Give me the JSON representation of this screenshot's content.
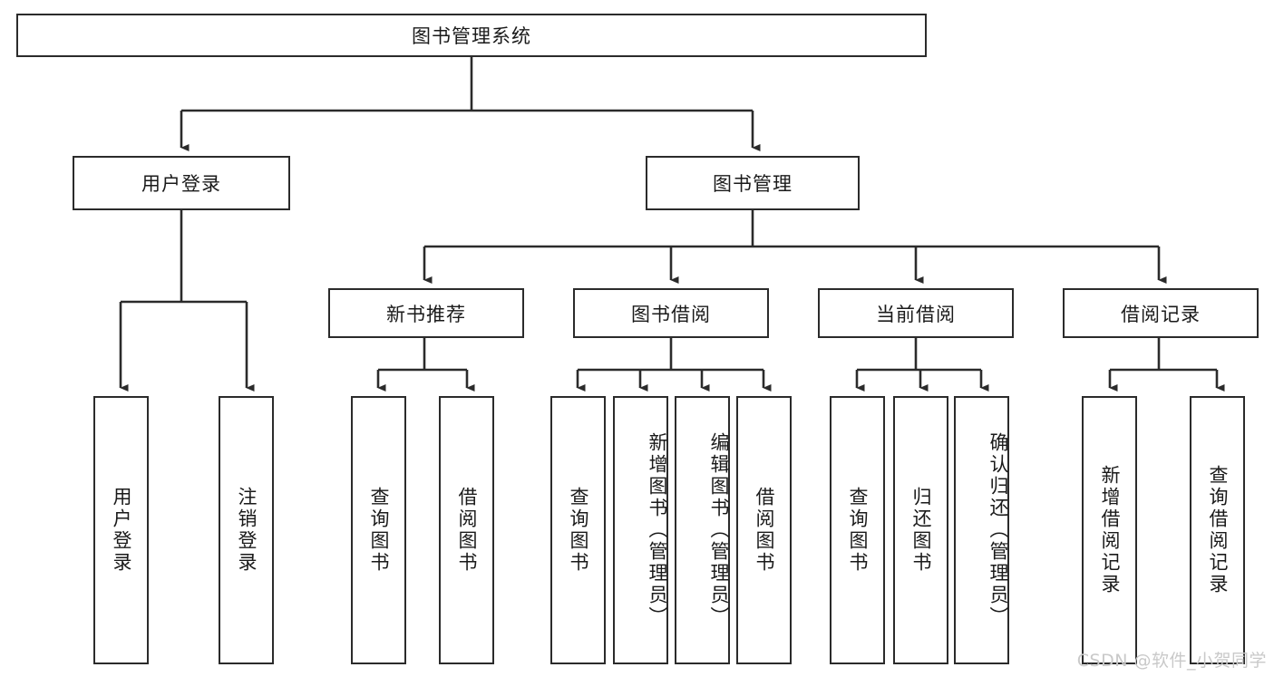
{
  "diagram": {
    "title": "图书管理系统",
    "type": "tree-hierarchy-diagram",
    "colors": {
      "stroke": "#2b2b2b",
      "fill": "#ffffff",
      "text": "#1a1a1a",
      "watermark": "#c9c9c9"
    },
    "root": {
      "label": "图书管理系统"
    },
    "level2": [
      {
        "label": "用户登录"
      },
      {
        "label": "图书管理"
      }
    ],
    "level3": [
      {
        "label": "新书推荐"
      },
      {
        "label": "图书借阅"
      },
      {
        "label": "当前借阅"
      },
      {
        "label": "借阅记录"
      }
    ],
    "leaves": {
      "user_login": [
        {
          "label": "用户登录"
        },
        {
          "label": "注销登录"
        }
      ],
      "new_book_recommend": [
        {
          "label": "查询图书"
        },
        {
          "label": "借阅图书"
        }
      ],
      "book_borrow": [
        {
          "label": "查询图书"
        },
        {
          "label": "新增图书（管理员）"
        },
        {
          "label": "编辑图书（管理员）"
        },
        {
          "label": "借阅图书"
        }
      ],
      "current_borrow": [
        {
          "label": "查询图书"
        },
        {
          "label": "归还图书"
        },
        {
          "label": "确认归还（管理员）"
        }
      ],
      "borrow_record": [
        {
          "label": "新增借阅记录"
        },
        {
          "label": "查询借阅记录"
        }
      ]
    }
  },
  "watermark": {
    "text": "CSDN @软件_小贺同学"
  }
}
